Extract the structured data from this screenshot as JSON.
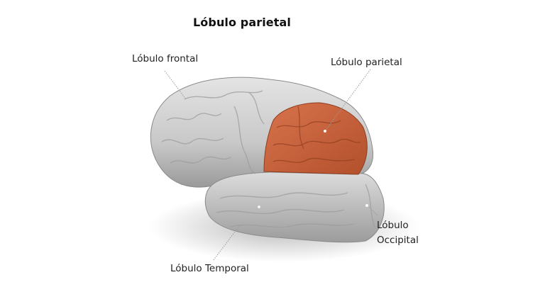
{
  "diagram": {
    "title": "Lóbulo parietal",
    "labels": {
      "frontal": "Lóbulo frontal",
      "parietal": "Lóbulo parietal",
      "occipital_line1": "Lóbulo",
      "occipital_line2": "Occipital",
      "temporal": "Lóbulo Temporal"
    },
    "highlighted_region": "Lóbulo parietal",
    "colors": {
      "background": "#ffffff",
      "brain_gray": "#cfcfcf",
      "brain_shadow": "#8e8e8e",
      "highlight_orange": "#c9603a",
      "leader_line": "#9a9a9a"
    }
  }
}
